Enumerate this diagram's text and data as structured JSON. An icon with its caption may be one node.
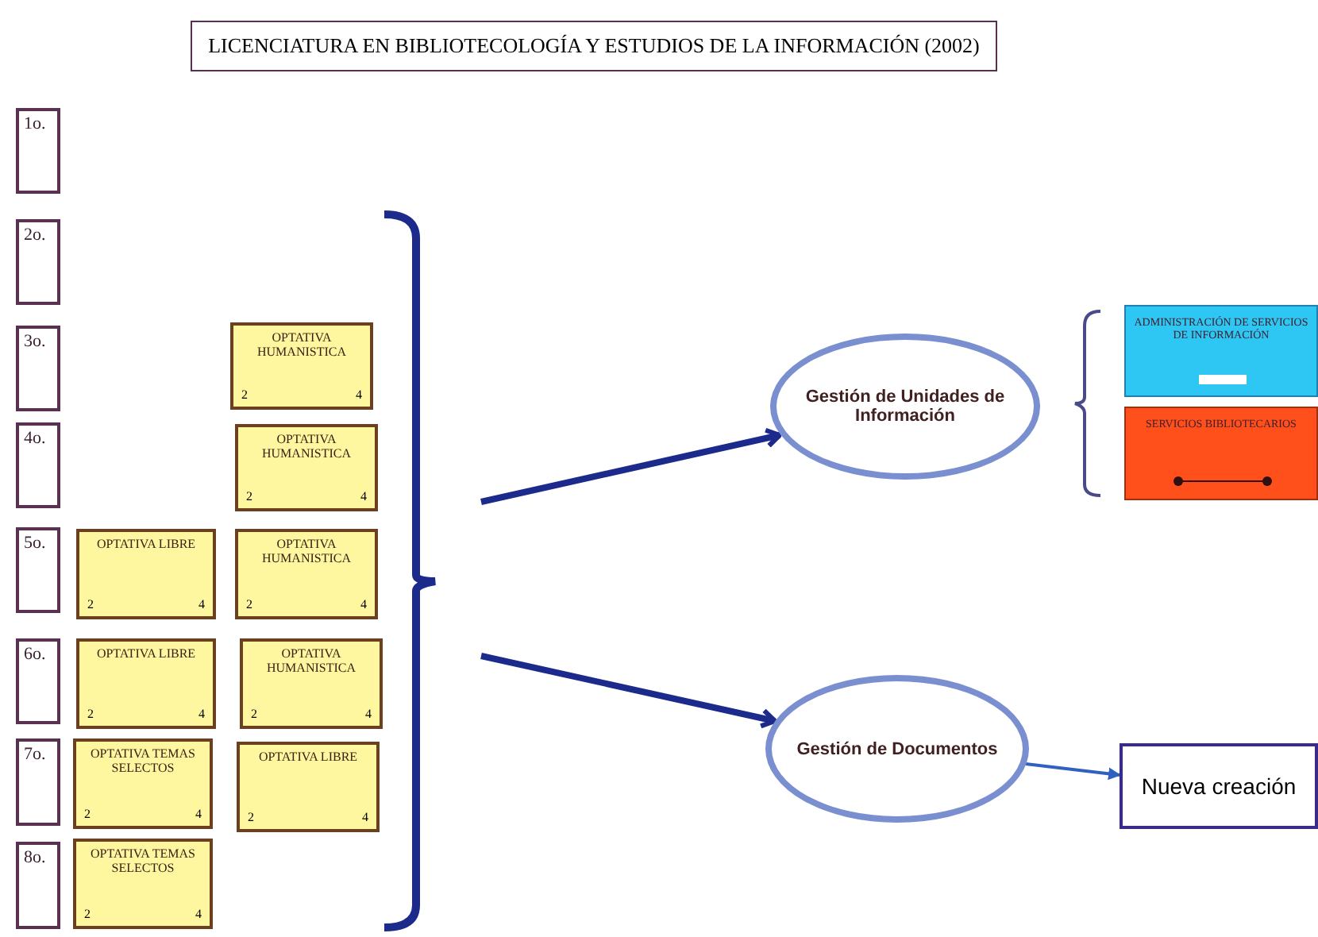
{
  "diagram": {
    "title": "LICENCIATURA EN BIBLIOTECOLOGÍA Y ESTUDIOS DE LA INFORMACIÓN (2002)",
    "nodes": [
      {
        "text": [
          "1o."
        ]
      },
      {
        "text": [
          "2o."
        ]
      },
      {
        "text": [
          "3o."
        ]
      },
      {
        "text": [
          "4o."
        ]
      },
      {
        "text": [
          "5o."
        ]
      },
      {
        "text": [
          "6o."
        ]
      },
      {
        "text": [
          "7o."
        ]
      },
      {
        "text": [
          "8o."
        ]
      },
      {
        "text": [
          "OPTATIVA HUMANISTICA",
          "2",
          "4"
        ]
      },
      {
        "text": [
          "OPTATIVA HUMANISTICA",
          "2",
          "4"
        ]
      },
      {
        "text": [
          "OPTATIVA LIBRE",
          "2",
          "4"
        ]
      },
      {
        "text": [
          "OPTATIVA HUMANISTICA",
          "2",
          "4"
        ]
      },
      {
        "text": [
          "OPTATIVA LIBRE",
          "2",
          "4"
        ]
      },
      {
        "text": [
          "OPTATIVA HUMANISTICA",
          "2",
          "4"
        ]
      },
      {
        "text": [
          "OPTATIVA TEMAS SELECTOS",
          "2",
          "4"
        ]
      },
      {
        "text": [
          "OPTATIVA LIBRE",
          "2",
          "4"
        ]
      },
      {
        "text": [
          "OPTATIVA TEMAS SELECTOS",
          "2",
          "4"
        ]
      },
      {
        "text": [
          "Gestión de Unidades de Información"
        ]
      },
      {
        "text": [
          "ADMINISTRACIÓN DE SERVICIOS DE INFORMACIÓN"
        ]
      },
      {
        "text": [
          "SERVICIOS BIBLIOTECARIOS"
        ]
      },
      {
        "text": [
          "Gestión de Documentos"
        ]
      },
      {
        "text": [
          "Nueva creación"
        ]
      }
    ],
    "edges": [
      {
        "from": null,
        "to": 17,
        "arrow": "to"
      },
      {
        "from": null,
        "to": 20,
        "arrow": "to"
      },
      {
        "from": 20,
        "to": 21,
        "arrow": "to",
        "color": "#3060c0"
      }
    ]
  }
}
